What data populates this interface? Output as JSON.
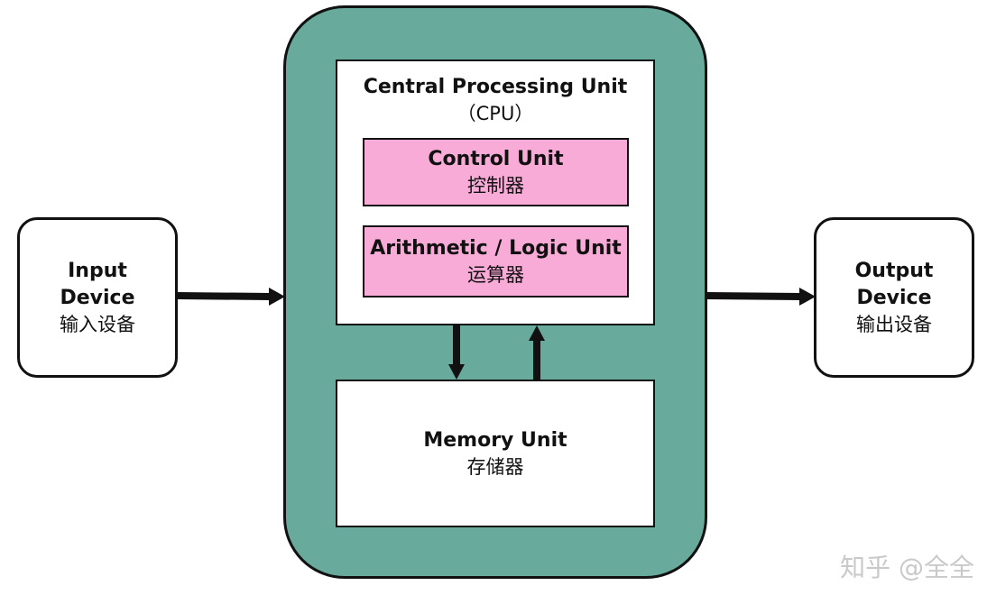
{
  "input_device": {
    "line1": "Input",
    "line2": "Device",
    "cn": "输入设备"
  },
  "cpu": {
    "title": "Central Processing Unit",
    "abbr": "（CPU）",
    "control_unit": {
      "en": "Control Unit",
      "cn": "控制器"
    },
    "alu": {
      "en": "Arithmetic / Logic Unit",
      "cn": "运算器"
    }
  },
  "memory_unit": {
    "en": "Memory Unit",
    "cn": "存储器"
  },
  "output_device": {
    "line1": "Output",
    "line2": "Device",
    "cn": "输出设备"
  },
  "watermark": "知乎 @全全",
  "colors": {
    "container_fill": "#68ab9d",
    "unit_fill": "#f9abd8",
    "outline": "#111111"
  }
}
